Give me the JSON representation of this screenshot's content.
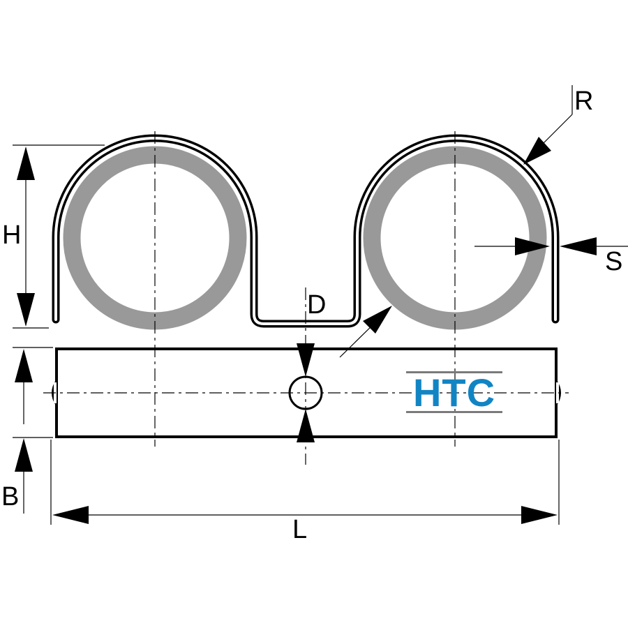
{
  "dimensions": {
    "r": "R",
    "h": "H",
    "s": "S",
    "d": "D",
    "b": "B",
    "l": "L"
  },
  "logo": {
    "text": "HTC",
    "color": "#1185c4",
    "rule_color": "#7a7a7a"
  },
  "colors": {
    "line": "#000000",
    "pipe": "#999999",
    "background": "#ffffff"
  }
}
